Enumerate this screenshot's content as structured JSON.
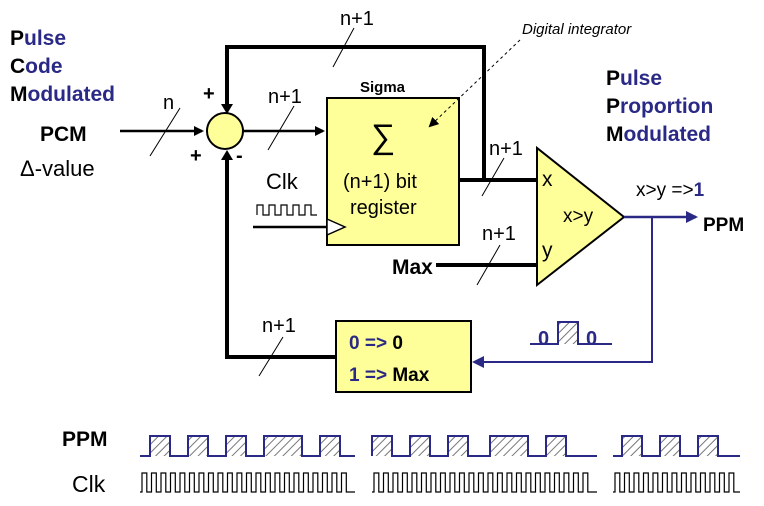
{
  "left_title": {
    "line1": {
      "cap": "P",
      "rest": "ulse"
    },
    "line2": {
      "cap": "C",
      "rest": "ode"
    },
    "line3": {
      "cap": "M",
      "rest": "odulated"
    }
  },
  "right_title": {
    "line1": {
      "cap": "P",
      "rest": "ulse"
    },
    "line2": {
      "cap": "P",
      "rest": "roportion"
    },
    "line3": {
      "cap": "M",
      "rest": "odulated"
    }
  },
  "input": {
    "name": "PCM",
    "value": "Δ-value",
    "width": "n"
  },
  "summer": {
    "plus_top": "+",
    "plus_left": "+",
    "minus": "-"
  },
  "bus_labels": {
    "feedback_top": "n+1",
    "summer_out": "n+1",
    "sigma_out": "n+1",
    "max_in": "n+1",
    "feedback_bottom": "n+1"
  },
  "annotation": "Digital integrator",
  "sigma": {
    "title": "Sigma",
    "symbol": "∑",
    "line1": "(n+1) bit",
    "line2": "register",
    "clk": "Clk"
  },
  "comparator": {
    "x": "x",
    "y": "y",
    "op": "x>y",
    "max": "Max",
    "rule_prefix": "x>y =>",
    "rule_value": "1",
    "output": "PPM"
  },
  "mux": {
    "row1": {
      "in": "0",
      "arrow": " => ",
      "out": "0"
    },
    "row2": {
      "in": "1",
      "arrow": " => ",
      "out": "Max"
    }
  },
  "pulse_label": {
    "left": "0",
    "right": "0"
  },
  "timing": {
    "ppm_label": "PPM",
    "clk_label": "Clk"
  },
  "colors": {
    "block_fill": "#ffff99",
    "accent": "#2a2a86",
    "hatch": "#777777"
  }
}
